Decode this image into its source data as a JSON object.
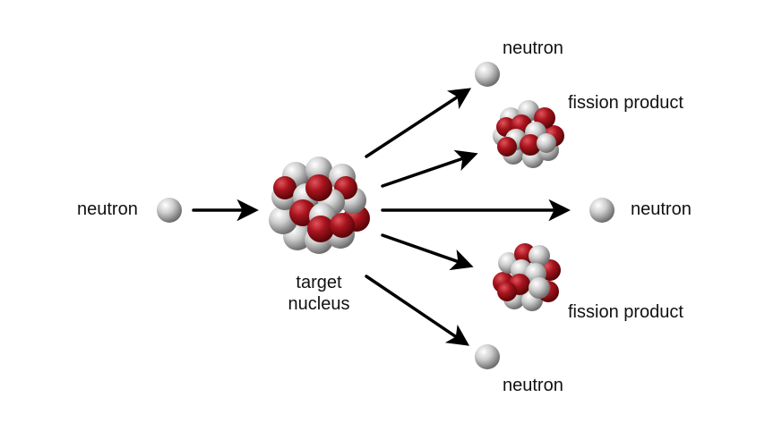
{
  "labels": {
    "incoming_neutron": "neutron",
    "target_line1": "target",
    "target_line2": "nucleus",
    "neutron_top": "neutron",
    "fission_product_top": "fission product",
    "neutron_middle": "neutron",
    "fission_product_bottom": "fission product",
    "neutron_bottom": "neutron"
  },
  "colors": {
    "proton": "#a8141e",
    "neutron_particle": "#c8c8c8",
    "arrow": "#000000"
  }
}
